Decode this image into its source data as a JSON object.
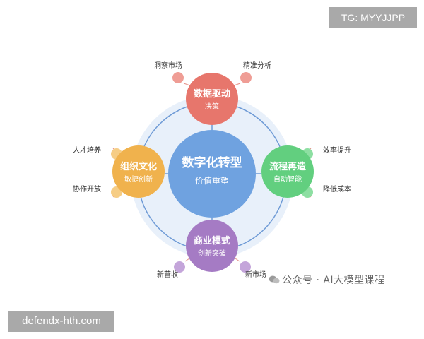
{
  "center": {
    "title": "数字化转型",
    "subtitle": "价值重塑"
  },
  "colors": {
    "outer_halo": "#e8f0fa",
    "ring": "#6f9bd6",
    "center": "#6fa2e0",
    "top": "#e7766c",
    "right": "#62cf7f",
    "bottom": "#a57bc4",
    "left": "#f0b24d",
    "leaf_top": "#ef9d95",
    "leaf_right": "#8ddfa2",
    "leaf_bottom": "#c4a5da",
    "leaf_left": "#f6cd85",
    "leader": "#e58f87",
    "label": "#333333"
  },
  "nodes": {
    "top": {
      "title": "数据驱动",
      "subtitle": "决策",
      "leaves": [
        "洞察市场",
        "精准分析"
      ]
    },
    "right": {
      "title": "流程再造",
      "subtitle": "自动智能",
      "leaves": [
        "效率提升",
        "降低成本"
      ]
    },
    "bottom": {
      "title": "商业模式",
      "subtitle": "创新突破",
      "leaves": [
        "新营收",
        "新市场"
      ]
    },
    "left": {
      "title": "组织文化",
      "subtitle": "敏捷创新",
      "leaves": [
        "人才培养",
        "协作开放"
      ]
    }
  },
  "watermarks": {
    "top_right": "TG: MYYJJPP",
    "bottom_left": "defendx-hth.com",
    "bottom_right": "公众号 · AI大模型课程"
  }
}
